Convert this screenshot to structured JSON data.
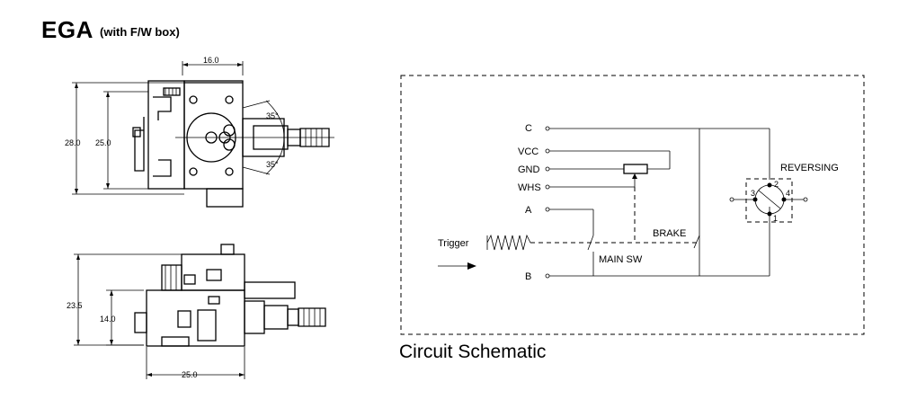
{
  "header": {
    "title": "EGA",
    "subtitle": "(with F/W box)"
  },
  "caption": "Circuit Schematic",
  "top_view": {
    "dim_width": "16.0",
    "dim_height_outer": "28.0",
    "dim_height_inner": "25.0",
    "angle_top": "35°",
    "angle_bottom": "35°"
  },
  "side_view": {
    "dim_height_outer": "23.5",
    "dim_height_inner": "14.0",
    "dim_width": "25.0"
  },
  "schematic": {
    "terminals": [
      "C",
      "VCC",
      "GND",
      "WHS",
      "A",
      "B"
    ],
    "trigger_label": "Trigger",
    "main_switch_label": "MAIN SW",
    "brake_label": "BRAKE",
    "reversing_label": "REVERSING",
    "reversing_pins": [
      "1",
      "2",
      "3",
      "4"
    ]
  }
}
